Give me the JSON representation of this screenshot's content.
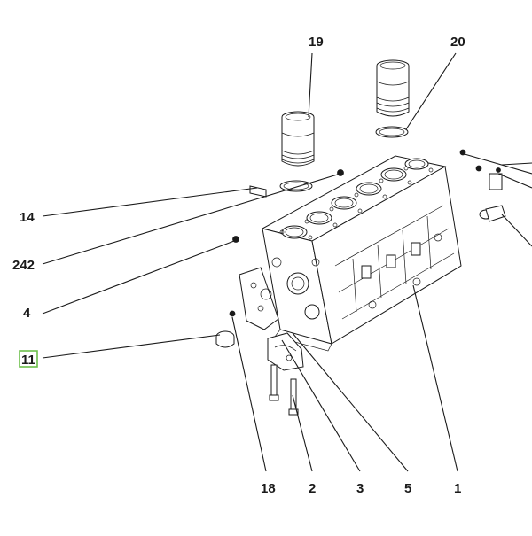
{
  "callouts": [
    {
      "id": "19",
      "label": "19",
      "highlighted": false
    },
    {
      "id": "20",
      "label": "20",
      "highlighted": false
    },
    {
      "id": "14",
      "label": "14",
      "highlighted": false
    },
    {
      "id": "242",
      "label": "242",
      "highlighted": false
    },
    {
      "id": "4",
      "label": "4",
      "highlighted": false
    },
    {
      "id": "11",
      "label": "11",
      "highlighted": true
    },
    {
      "id": "18",
      "label": "18",
      "highlighted": false
    },
    {
      "id": "2",
      "label": "2",
      "highlighted": false
    },
    {
      "id": "3",
      "label": "3",
      "highlighted": false
    },
    {
      "id": "5",
      "label": "5",
      "highlighted": false
    },
    {
      "id": "1",
      "label": "1",
      "highlighted": false
    }
  ],
  "colors": {
    "line": "#1a1a1a",
    "highlight": "#6cc04a",
    "background": "#ffffff"
  }
}
